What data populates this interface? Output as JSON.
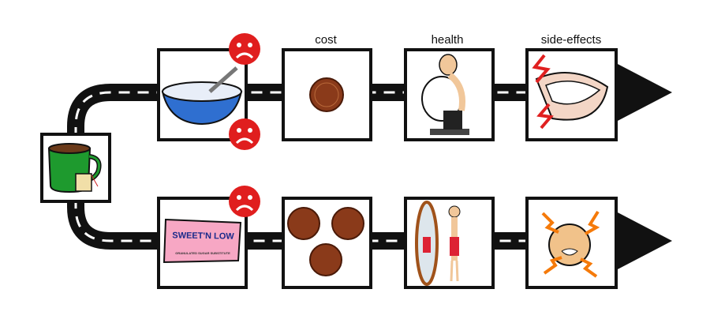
{
  "column_labels": {
    "cost": "cost",
    "health": "health",
    "side_effects": "side-effects"
  },
  "packet": {
    "brand": "SWEET'N LOW",
    "subtitle": "GRANULATED SUGAR SUBSTITUTE"
  },
  "colors": {
    "road": "#111111",
    "sad_face": "#e01e1e",
    "packet_pink": "#f7a7c4",
    "bowl_blue": "#2f6fd0",
    "mug_green": "#1e9a2e",
    "coin": "#8a3a1a"
  },
  "icons": [
    "tea-mug-icon",
    "sugar-bowl-icon",
    "sweetener-packet-icon",
    "coin-icon",
    "overweight-man-icon",
    "thin-man-mirror-icon",
    "teeth-pain-icon",
    "headache-icon",
    "sad-face-icon",
    "arrow-head-icon"
  ]
}
